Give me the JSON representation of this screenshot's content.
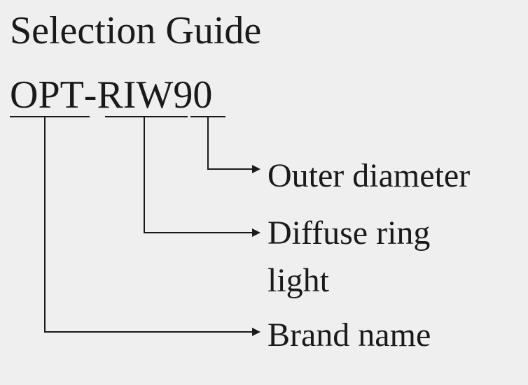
{
  "title": "Selection Guide",
  "model_code": {
    "segments": [
      {
        "id": "brand",
        "text": "OPT"
      },
      {
        "id": "separator",
        "text": "-"
      },
      {
        "id": "type",
        "text": "RIW"
      },
      {
        "id": "size",
        "text": "90"
      }
    ]
  },
  "labels": {
    "outer_diameter": "Outer diameter",
    "diffuse_ring_line1": "Diffuse ring",
    "diffuse_ring_line2": "light",
    "brand_name": "Brand name"
  },
  "colors": {
    "background": "#efefef",
    "ink": "#1a1a1a"
  }
}
